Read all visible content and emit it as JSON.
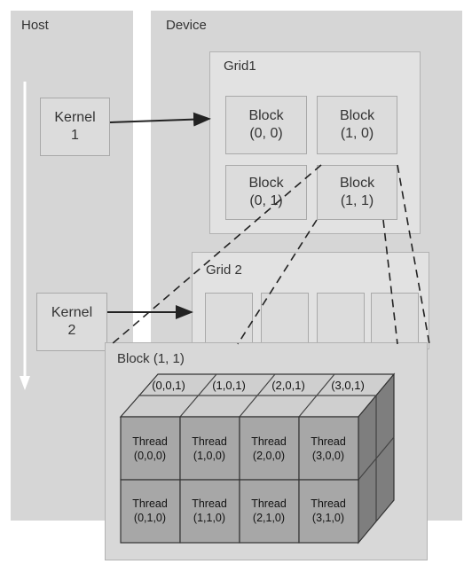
{
  "host": {
    "title": "Host",
    "kernels": [
      "Kernel\n1",
      "Kernel\n2"
    ]
  },
  "device": {
    "title": "Device",
    "grid1": {
      "title": "Grid1",
      "blocks": [
        "Block\n(0, 0)",
        "Block\n(1, 0)",
        "Block\n(0, 1)",
        "Block\n(1, 1)"
      ]
    },
    "grid2": {
      "title": "Grid 2"
    }
  },
  "block_detail": {
    "title": "Block (1, 1)",
    "top_labels": [
      "(0,0,1)",
      "(1,0,1)",
      "(2,0,1)",
      "(3,0,1)"
    ],
    "threads": [
      [
        "Thread",
        "(0,0,0)"
      ],
      [
        "Thread",
        "(1,0,0)"
      ],
      [
        "Thread",
        "(2,0,0)"
      ],
      [
        "Thread",
        "(3,0,0)"
      ],
      [
        "Thread",
        "(0,1,0)"
      ],
      [
        "Thread",
        "(1,1,0)"
      ],
      [
        "Thread",
        "(2,1,0)"
      ],
      [
        "Thread",
        "(3,1,0)"
      ]
    ]
  }
}
